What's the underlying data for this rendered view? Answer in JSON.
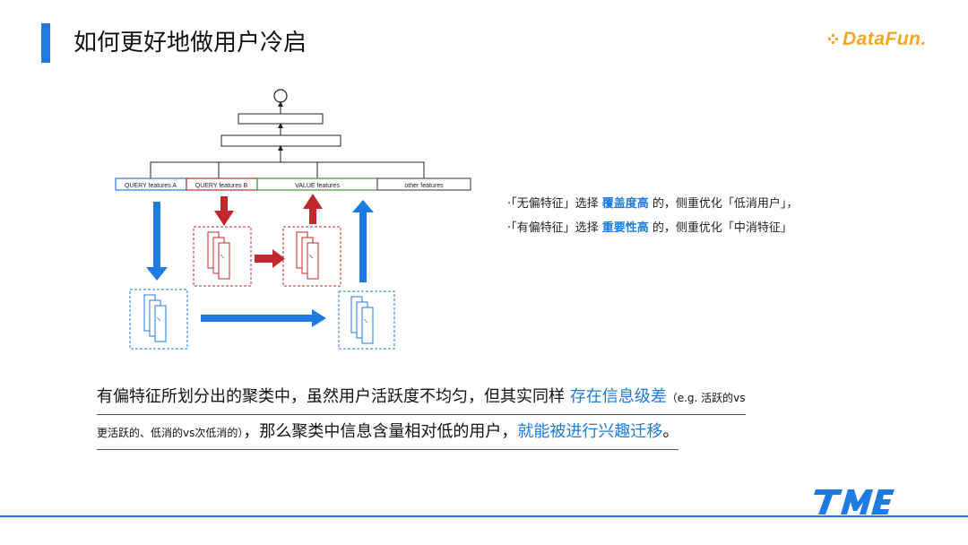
{
  "header": {
    "title": "如何更好地做用户冷启",
    "logo_text": "DataFun."
  },
  "diagram": {
    "feature_boxes": [
      "QUERY features A",
      "QUERY features B",
      "VALUE features",
      "other features"
    ],
    "colors": {
      "blue": "#1f7be0",
      "red": "#c0282d",
      "green": "#3a9a3a",
      "gray": "#555555"
    }
  },
  "bullets": [
    {
      "prefix": "·「无偏特征」选择 ",
      "highlight": "覆盖度高",
      "suffix": " 的，侧重优化「低消用户」，"
    },
    {
      "prefix": "·「有偏特征」选择 ",
      "highlight": "重要性高",
      "suffix": " 的，侧重优化「中消特征」"
    }
  ],
  "summary": {
    "line1_text": "有偏特征所划分出的聚类中，虽然用户活跃度不均匀，但其实同样 ",
    "line1_highlight": "存在信息级差",
    "line1_small": "（e.g. 活跃的vs",
    "line2_small": "更活跃的、低消的vs次低消的）",
    "line2_text": "，那么聚类中信息含量相对低的用户，",
    "line2_highlight": "就能被进行兴趣迁移",
    "line2_end": "。"
  },
  "footer": {
    "logo_name": "tme-logo",
    "accent": "#1f7be0"
  }
}
